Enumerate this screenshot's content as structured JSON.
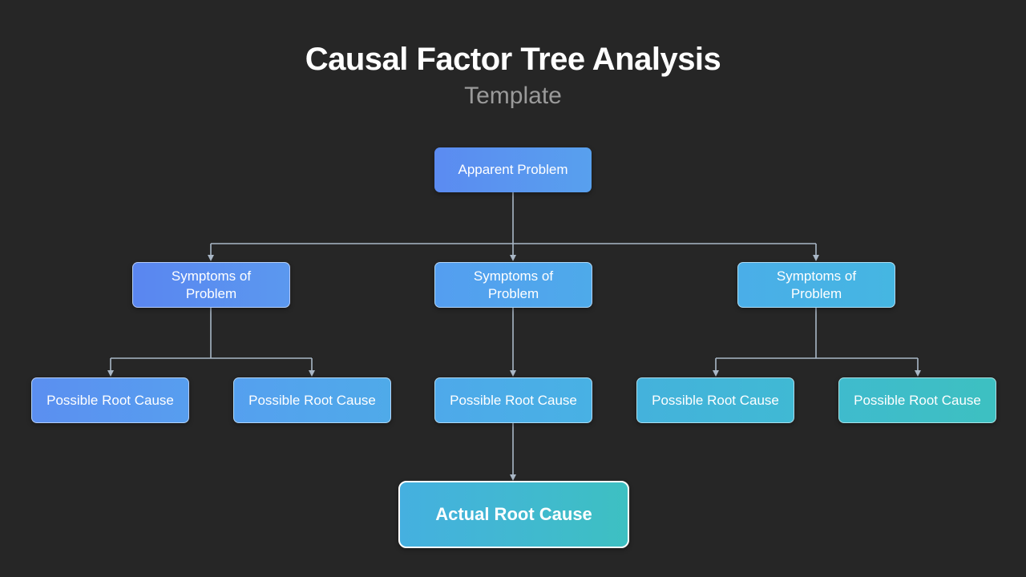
{
  "header": {
    "title": "Causal Factor Tree Analysis",
    "subtitle": "Template"
  },
  "colors": {
    "background": "#262626",
    "connector": "#a9b7c6",
    "blue": "#5b8df0",
    "sky": "#4aa9e6",
    "teal": "#3cbfc0"
  },
  "tree": {
    "apparent_problem": "Apparent Problem",
    "symptoms": [
      {
        "label": "Symptoms of Problem"
      },
      {
        "label": "Symptoms of Problem"
      },
      {
        "label": "Symptoms of Problem"
      }
    ],
    "causes": [
      {
        "label": "Possible Root Cause"
      },
      {
        "label": "Possible Root Cause"
      },
      {
        "label": "Possible Root Cause"
      },
      {
        "label": "Possible Root Cause"
      },
      {
        "label": "Possible Root Cause"
      }
    ],
    "actual_root_cause": "Actual Root Cause"
  }
}
